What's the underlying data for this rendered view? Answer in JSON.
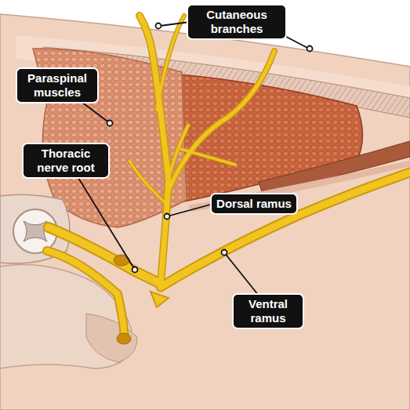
{
  "diagram": {
    "nodes": [
      {
        "text": [
          "Cutaneous branches"
        ]
      },
      {
        "text": [
          "Paraspinal muscles"
        ]
      },
      {
        "text": [
          "Thoracic nerve root"
        ]
      },
      {
        "text": [
          "Dorsal ramus"
        ]
      },
      {
        "text": [
          "Ventral ramus"
        ]
      }
    ]
  }
}
